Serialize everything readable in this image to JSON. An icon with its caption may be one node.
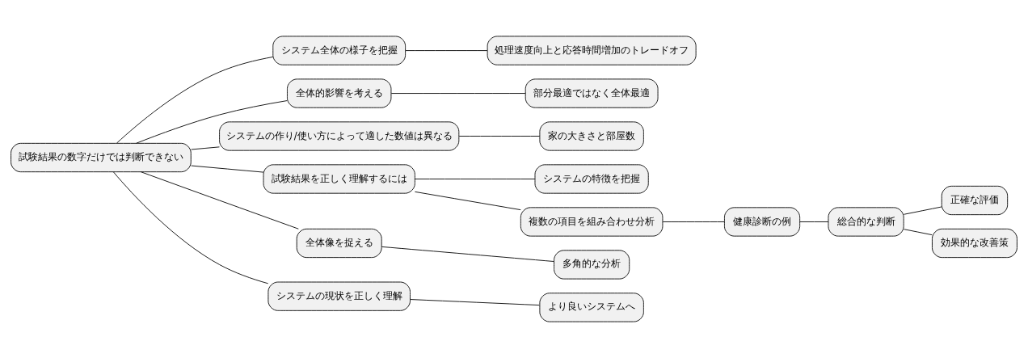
{
  "diagram": {
    "nodes": [
      {
        "text": [
          "試験結果の数字だけでは判断できない"
        ]
      },
      {
        "text": [
          "システム全体の様子を把握"
        ]
      },
      {
        "text": [
          "処理速度向上と応答時間増加のトレードオフ"
        ]
      },
      {
        "text": [
          "全体的影響を考える"
        ]
      },
      {
        "text": [
          "部分最適ではなく全体最適"
        ]
      },
      {
        "text": [
          "システムの作り/使い方によって適した数値は異なる"
        ]
      },
      {
        "text": [
          "家の大きさと部屋数"
        ]
      },
      {
        "text": [
          "試験結果を正しく理解するには"
        ]
      },
      {
        "text": [
          "システムの特徴を把握"
        ]
      },
      {
        "text": [
          "複数の項目を組み合わせ分析"
        ]
      },
      {
        "text": [
          "健康診断の例"
        ]
      },
      {
        "text": [
          "総合的な判断"
        ]
      },
      {
        "text": [
          "正確な評価"
        ]
      },
      {
        "text": [
          "効果的な改善策"
        ]
      },
      {
        "text": [
          "全体像を捉える"
        ]
      },
      {
        "text": [
          "多角的な分析"
        ]
      },
      {
        "text": [
          "システムの現状を正しく理解"
        ]
      },
      {
        "text": [
          "より良いシステムへ"
        ]
      }
    ],
    "edges": [
      {
        "from": 0,
        "to": 1,
        "arrow": "none"
      },
      {
        "from": 1,
        "to": 2,
        "arrow": "none"
      },
      {
        "from": 0,
        "to": 3,
        "arrow": "none"
      },
      {
        "from": 3,
        "to": 4,
        "arrow": "none"
      },
      {
        "from": 0,
        "to": 5,
        "arrow": "none"
      },
      {
        "from": 5,
        "to": 6,
        "arrow": "none"
      },
      {
        "from": 0,
        "to": 7,
        "arrow": "none"
      },
      {
        "from": 7,
        "to": 8,
        "arrow": "none"
      },
      {
        "from": 7,
        "to": 9,
        "arrow": "none"
      },
      {
        "from": 9,
        "to": 10,
        "arrow": "none"
      },
      {
        "from": 10,
        "to": 11,
        "arrow": "none"
      },
      {
        "from": 11,
        "to": 12,
        "arrow": "none"
      },
      {
        "from": 11,
        "to": 13,
        "arrow": "none"
      },
      {
        "from": 0,
        "to": 14,
        "arrow": "none"
      },
      {
        "from": 14,
        "to": 15,
        "arrow": "none"
      },
      {
        "from": 0,
        "to": 16,
        "arrow": "none"
      },
      {
        "from": 16,
        "to": 17,
        "arrow": "none"
      }
    ]
  }
}
